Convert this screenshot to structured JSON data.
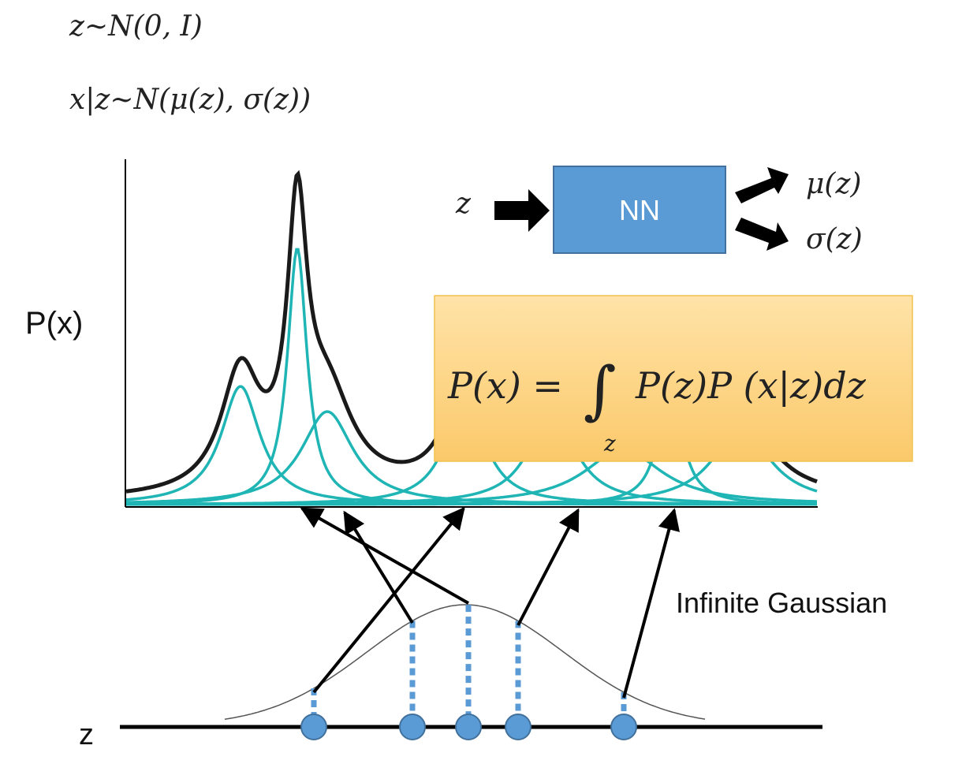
{
  "equations": {
    "prior": "z∼N(0, I)",
    "conditional": "x|z∼N(μ(z), σ(z))"
  },
  "axis": {
    "y_label": "P(x)",
    "z_label": "z"
  },
  "network": {
    "input": "z",
    "box_label": "NN",
    "output_mu": "μ(z)",
    "output_sigma": "σ(z)",
    "box_color": "#5b9bd5"
  },
  "formula": {
    "lhs": "P(x) =",
    "integral": "∫",
    "subscript": "z",
    "rhs": "P(z)P (x|z)dz",
    "box_color": "#fdd68a"
  },
  "caption": "Infinite Gaussian",
  "colors": {
    "component": "#1fb5b5",
    "mixture": "#1a1a1a",
    "sample_point": "#5b9bd5",
    "arrow": "#000000"
  }
}
